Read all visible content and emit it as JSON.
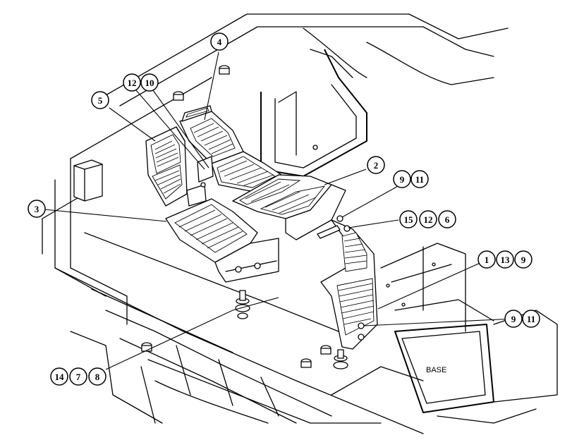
{
  "diagram": {
    "base_label": "BASE",
    "callouts": [
      {
        "id": "c4",
        "numbers": [
          "4"
        ]
      },
      {
        "id": "c12-10",
        "numbers": [
          "12",
          "10"
        ]
      },
      {
        "id": "c5",
        "numbers": [
          "5"
        ]
      },
      {
        "id": "c2",
        "numbers": [
          "2"
        ]
      },
      {
        "id": "c9-11-top",
        "numbers": [
          "9",
          "11"
        ]
      },
      {
        "id": "c3",
        "numbers": [
          "3"
        ]
      },
      {
        "id": "c15-12-6",
        "numbers": [
          "15",
          "12",
          "6"
        ]
      },
      {
        "id": "c1-13-9",
        "numbers": [
          "1",
          "13",
          "9"
        ]
      },
      {
        "id": "c9-11-bottom",
        "numbers": [
          "9",
          "11"
        ]
      },
      {
        "id": "c14-7-8",
        "numbers": [
          "14",
          "7",
          "8"
        ]
      }
    ]
  }
}
